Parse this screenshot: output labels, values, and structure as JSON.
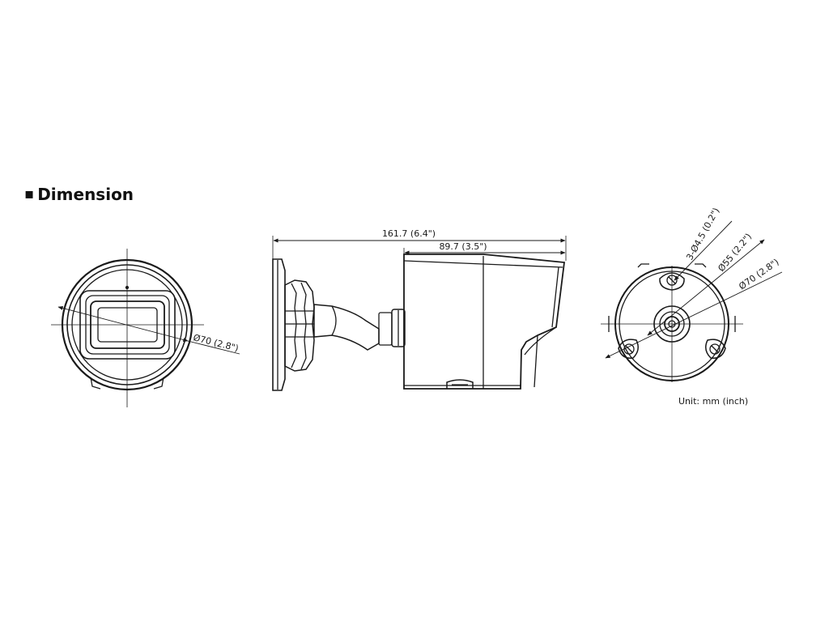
{
  "heading": {
    "bullet": "▪",
    "title": "Dimension"
  },
  "front_view": {
    "diameter_label": "Ø70 (2.8\")"
  },
  "side_view": {
    "overall_length_label": "161.7 (6.4\")",
    "body_length_label": "89.7 (3.5\")"
  },
  "rear_view": {
    "hole_label": "3-Ø4.5 (0.2\")",
    "inner_diameter_label": "Ø55 (2.2\")",
    "outer_diameter_label": "Ø70 (2.8\")"
  },
  "unit_note": "Unit: mm (inch)",
  "colors": {
    "line": "#1a1a1a",
    "background": "#ffffff"
  }
}
